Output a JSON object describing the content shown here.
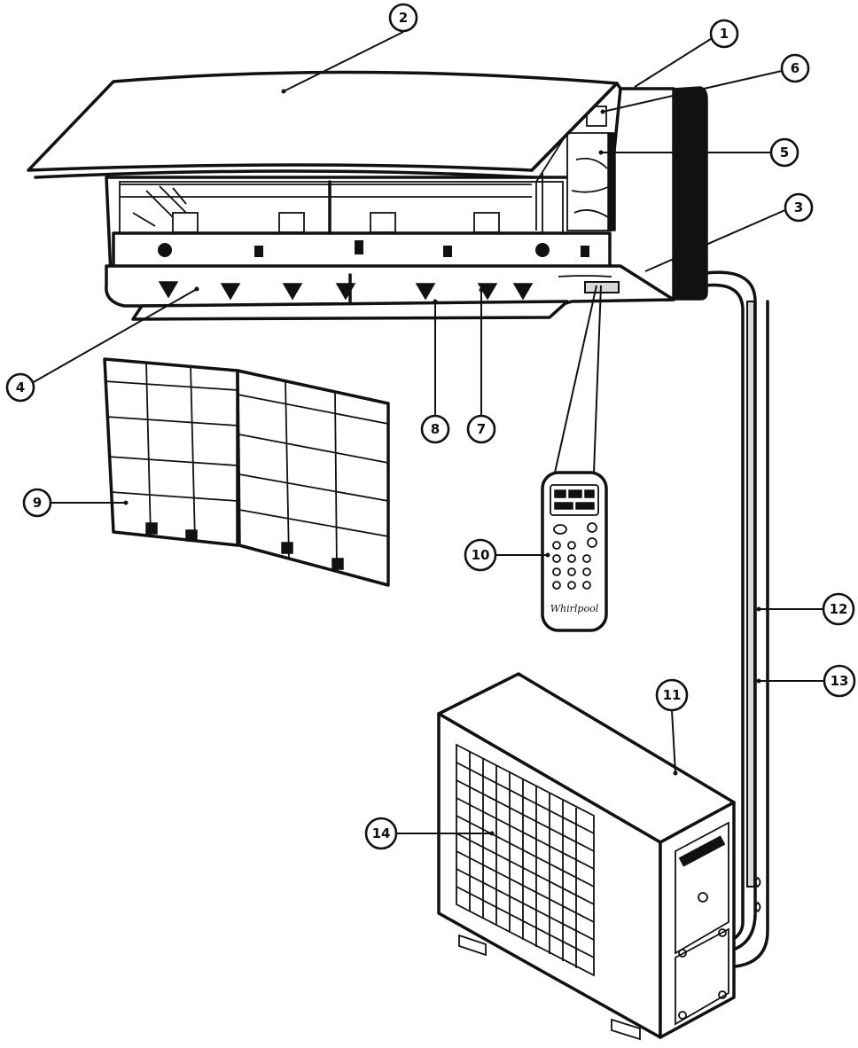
{
  "diagram": {
    "callouts": [
      {
        "id": "1",
        "label": "1"
      },
      {
        "id": "2",
        "label": "2"
      },
      {
        "id": "3",
        "label": "3"
      },
      {
        "id": "4",
        "label": "4"
      },
      {
        "id": "5",
        "label": "5"
      },
      {
        "id": "6",
        "label": "6"
      },
      {
        "id": "7",
        "label": "7"
      },
      {
        "id": "8",
        "label": "8"
      },
      {
        "id": "9",
        "label": "9"
      },
      {
        "id": "10",
        "label": "10"
      },
      {
        "id": "11",
        "label": "11"
      },
      {
        "id": "12",
        "label": "12"
      },
      {
        "id": "13",
        "label": "13"
      },
      {
        "id": "14",
        "label": "14"
      }
    ],
    "remote": {
      "brand": "Whirlpool"
    }
  }
}
